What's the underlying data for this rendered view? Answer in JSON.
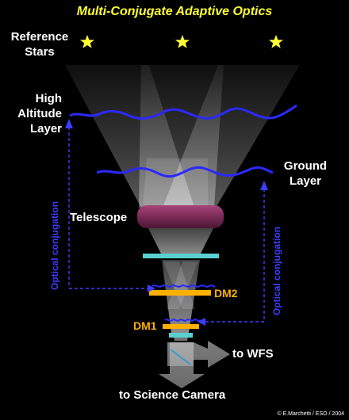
{
  "title": "Multi-Conjugate Adaptive Optics",
  "labels": {
    "reference_stars": "Reference\nStars",
    "high_altitude_layer": "High\nAltitude\nLayer",
    "ground_layer": "Ground\nLayer",
    "telescope": "Telescope",
    "dm2": "DM2",
    "dm1": "DM1",
    "to_wfs": "to WFS",
    "to_science_camera": "to Science Camera",
    "optical_conjugation_left": "Optical conjugation",
    "optical_conjugation_right": "Optical conjugation"
  },
  "credit": "© E.Marchetti / ESO / 2004",
  "colors": {
    "background": "#000000",
    "title": "#ffff33",
    "star": "#ffff33",
    "turbulence": "#2a2aff",
    "conjugation": "#3d3dff",
    "telescope_lens": "#8a2f5e",
    "mirror_cyan": "#5ad0d0",
    "deformable_mirror": "#ffb000",
    "label_text": "#ffffff"
  },
  "icons": [
    "star-icon",
    "star-icon",
    "star-icon",
    "arrow-right-icon",
    "arrow-down-icon"
  ]
}
